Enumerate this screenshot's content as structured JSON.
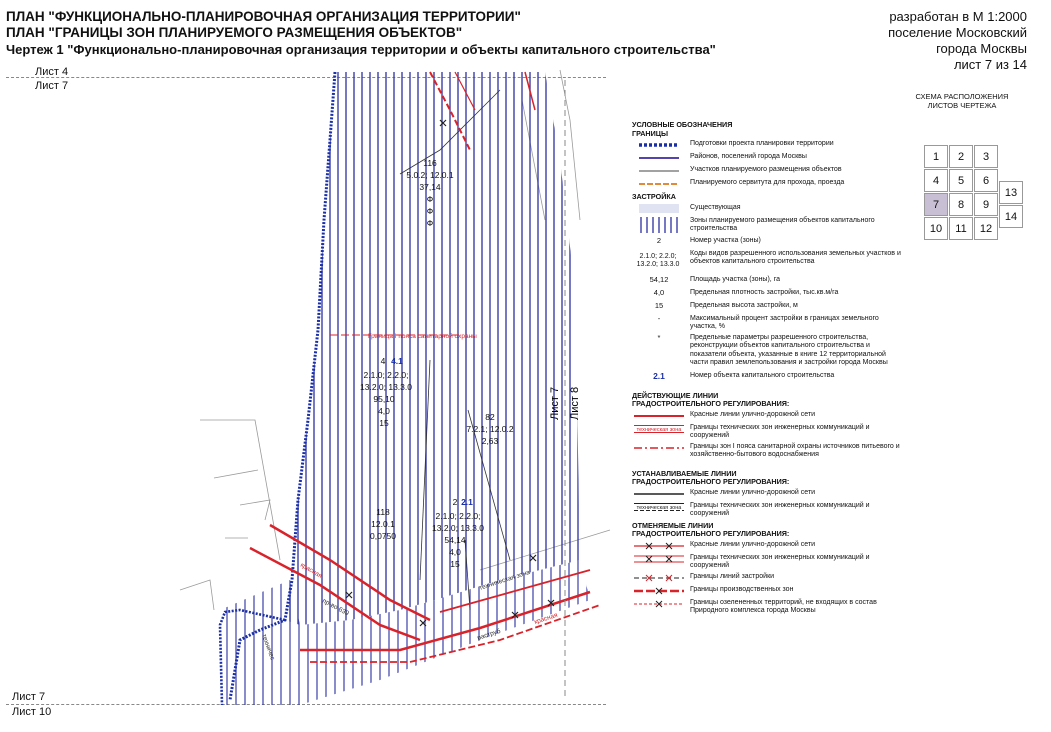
{
  "header": {
    "title1": "ПЛАН \"ФУНКЦИОНАЛЬНО-ПЛАНИРОВОЧНАЯ ОРГАНИЗАЦИЯ ТЕРРИТОРИИ\"",
    "title2": "ПЛАН \"ГРАНИЦЫ ЗОН ПЛАНИРУЕМОГО РАЗМЕЩЕНИЯ ОБЪЕКТОВ\"",
    "title3": "Чертеж 1 \"Функционально-планировочная организация территории и объекты капитального строительства\"",
    "scale": "разработан в М 1:2000",
    "settlement1": "поселение Московский",
    "settlement2": "города Москвы",
    "page": "лист 7 из 14"
  },
  "sheets": {
    "top_upper": "Лист 4",
    "top_lower": "Лист 7",
    "bottom_upper": "Лист 7",
    "bottom_lower": "Лист 10",
    "right_a": "Лист 7",
    "right_b": "Лист 8"
  },
  "map_labels": {
    "z116": [
      "116",
      "5.0.2; 12.0.1",
      "37,14",
      "Ф",
      "Ф",
      "Ф"
    ],
    "z4": [
      "4",
      "4.1",
      "2.1.0; 2.2.0;",
      "13.2.0; 13.3.0",
      "95,10",
      "4,0",
      "15"
    ],
    "z82": [
      "82",
      "7.2.1; 12.0.2",
      "2,63"
    ],
    "z118": [
      "118",
      "12.0.1",
      "0,0750"
    ],
    "z2": [
      "2",
      "2.1",
      "2.1.0; 2.2.0;",
      "13.2.0; 13.3.0",
      "54,14",
      "4,0",
      "15"
    ],
    "sanitary": "Граница I пояса санитарной охраны",
    "krasnaya": "красная",
    "tech": "техническая зона",
    "raztrub": "раструб",
    "krasnaya2": "красная",
    "road": "пр-во 639",
    "tech2": "техничес"
  },
  "legend": {
    "h_borders": "УСЛОВНЫЕ ОБОЗНАЧЕНИЯ ГРАНИЦЫ",
    "b1": "Подготовки проекта планировки территории",
    "b2": "Районов, поселений города Москвы",
    "b3": "Участков планируемого размещения объектов",
    "b4": "Планируемого сервитута для прохода, проезда",
    "h_build": "ЗАСТРОЙКА",
    "z1": "Существующая",
    "z2": "Зоны планируемого размещения объектов капитального строительства",
    "s_num": "2",
    "t_num": "Номер участка (зоны)",
    "s_codes": "2.1.0; 2.2.0; 13.2.0; 13.3.0",
    "t_codes": "Коды видов разрешенного использования земельных участков и объектов капитального строительства",
    "s_area": "54,12",
    "t_area": "Площадь участка (зоны), га",
    "s_dens": "4,0",
    "t_dens": "Предельная плотность застройки, тыс.кв.м/га",
    "s_height": "15",
    "t_height": "Предельная высота застройки, м",
    "s_pct": "-",
    "t_pct": "Максимальный процент застройки в границах земельного участка, %",
    "s_star": "*",
    "t_star": "Предельные параметры разрешенного строительства, реконструкции объектов капитального строительства и показатели объекта, указанные в книге 12 территориальной части правил землепользования и застройки города Москвы",
    "s_obj": "2.1",
    "t_obj": "Номер объекта капитального строительства",
    "h_act": "ДЕЙСТВУЮЩИЕ ЛИНИИ ГРАДОСТРОИТЕЛЬНОГО РЕГУЛИРОВАНИЯ:",
    "a1": "Красные линии улично-дорожной сети",
    "a2": "Границы технических зон инженерных коммуникаций и сооружений",
    "a3": "Границы зон I пояса санитарной охраны источников питьевого и хозяйственно-бытового водоснабжения",
    "tz_label": "техническая зона",
    "h_set": "УСТАНАВЛИВАЕМЫЕ ЛИНИИ ГРАДОСТРОИТЕЛЬНОГО РЕГУЛИРОВАНИЯ:",
    "s1": "Красные линии улично-дорожной сети",
    "s2": "Границы технических зон инженерных коммуникаций и сооружений",
    "h_can": "ОТМЕНЯЕМЫЕ ЛИНИИ ГРАДОСТРОИТЕЛЬНОГО РЕГУЛИРОВАНИЯ:",
    "c1": "Красные линии улично-дорожной сети",
    "c2": "Границы технических зон инженерных коммуникаций и сооружений",
    "c3": "Границы линий застройки",
    "c4": "Границы производственных зон",
    "c5": "Границы озелененных территорий, не входящих в состав Природного комплекса города Москвы"
  },
  "scheme": {
    "title1": "СХЕМА РАСПОЛОЖЕНИЯ",
    "title2": "ЛИСТОВ ЧЕРТЕЖА",
    "cells": [
      "1",
      "2",
      "3",
      "4",
      "5",
      "6",
      "7",
      "8",
      "9",
      "10",
      "11",
      "12",
      "13",
      "14"
    ],
    "active": "7"
  },
  "colors": {
    "red": "#d8232a",
    "blue": "#1a2fa8",
    "purple": "#3b2aa0",
    "hatch": "#3a3ea8"
  }
}
